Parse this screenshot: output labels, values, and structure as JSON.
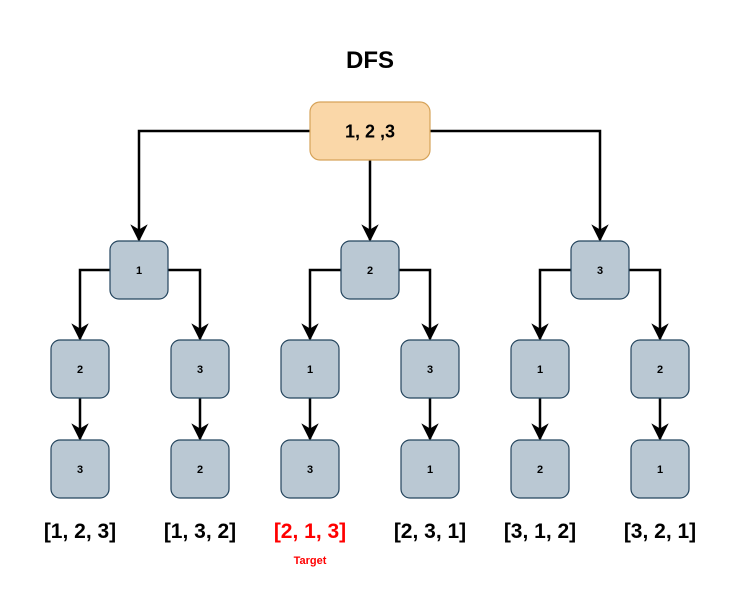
{
  "title": "DFS",
  "colors": {
    "root_fill": "#fad7a8",
    "root_stroke": "#d6a35a",
    "node_fill": "#bac8d3",
    "node_stroke": "#23445d",
    "edge": "#000000",
    "text": "#000000",
    "target": "#ff0000"
  },
  "root": {
    "label": "1, 2 ,3"
  },
  "level1": [
    {
      "label": "1"
    },
    {
      "label": "2"
    },
    {
      "label": "3"
    }
  ],
  "level2": [
    {
      "label": "2"
    },
    {
      "label": "3"
    },
    {
      "label": "1"
    },
    {
      "label": "3"
    },
    {
      "label": "1"
    },
    {
      "label": "2"
    }
  ],
  "level3": [
    {
      "label": "3"
    },
    {
      "label": "2"
    },
    {
      "label": "3"
    },
    {
      "label": "1"
    },
    {
      "label": "2"
    },
    {
      "label": "1"
    }
  ],
  "results": [
    {
      "label": "[1, 2, 3]",
      "is_target": false
    },
    {
      "label": "[1, 3, 2]",
      "is_target": false
    },
    {
      "label": "[2, 1, 3]",
      "is_target": true
    },
    {
      "label": "[2, 3, 1]",
      "is_target": false
    },
    {
      "label": "[3, 1, 2]",
      "is_target": false
    },
    {
      "label": "[3, 2, 1]",
      "is_target": false
    }
  ],
  "target_label": "Target"
}
